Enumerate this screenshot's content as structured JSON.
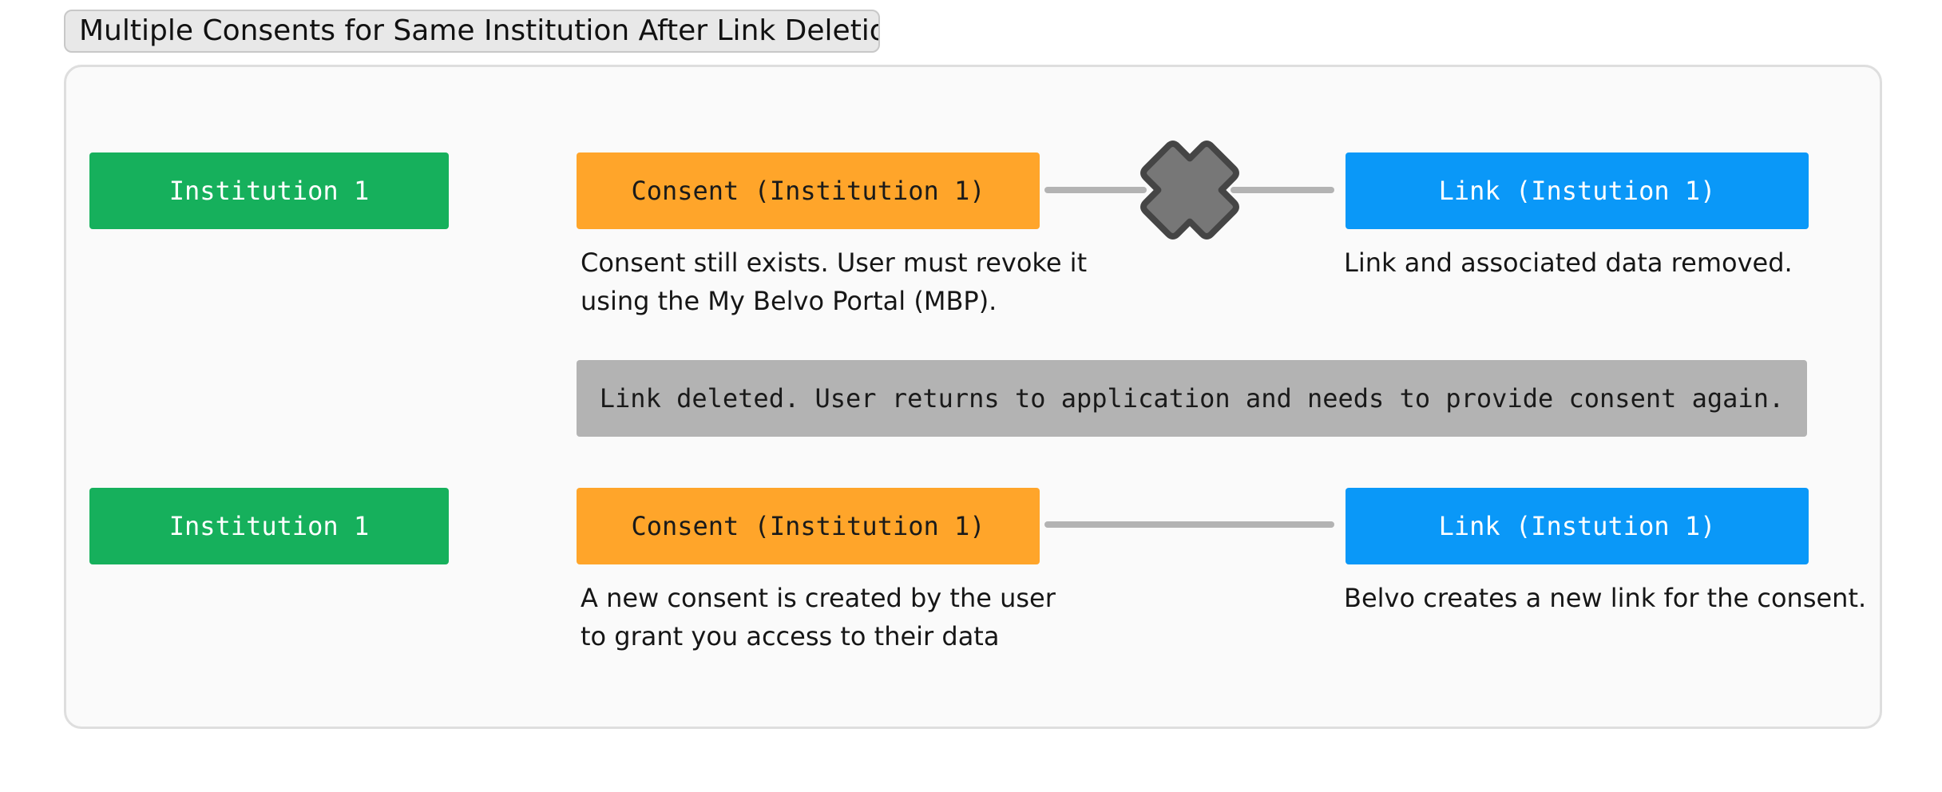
{
  "diagram": {
    "title": "Multiple Consents for Same Institution After Link Deletion",
    "row1": {
      "institution": "Institution 1",
      "consent": "Consent (Institution 1)",
      "link": "Link (Instution 1)",
      "consent_caption_line1": "Consent still exists. User must revoke it",
      "consent_caption_line2": "using the My Belvo Portal (MBP).",
      "link_caption": "Link and associated data removed.",
      "connection_broken": true
    },
    "note": "Link deleted. User returns to application and needs to provide consent again.",
    "row2": {
      "institution": "Institution 1",
      "consent": "Consent (Institution 1)",
      "link": "Link (Instution 1)",
      "consent_caption_line1": "A new consent is created by the user",
      "consent_caption_line2": "to grant you access to their data",
      "link_caption": "Belvo creates a new link for the consent.",
      "connection_broken": false
    },
    "icons": {
      "broken_connection": "x-mark-icon"
    },
    "colors": {
      "institution": "#16b05c",
      "consent": "#ffa52a",
      "link": "#0a98f8",
      "note": "#b3b3b3",
      "connector": "#b3b3b3",
      "x_mark_fill": "#777777",
      "x_mark_stroke": "#454545"
    }
  }
}
